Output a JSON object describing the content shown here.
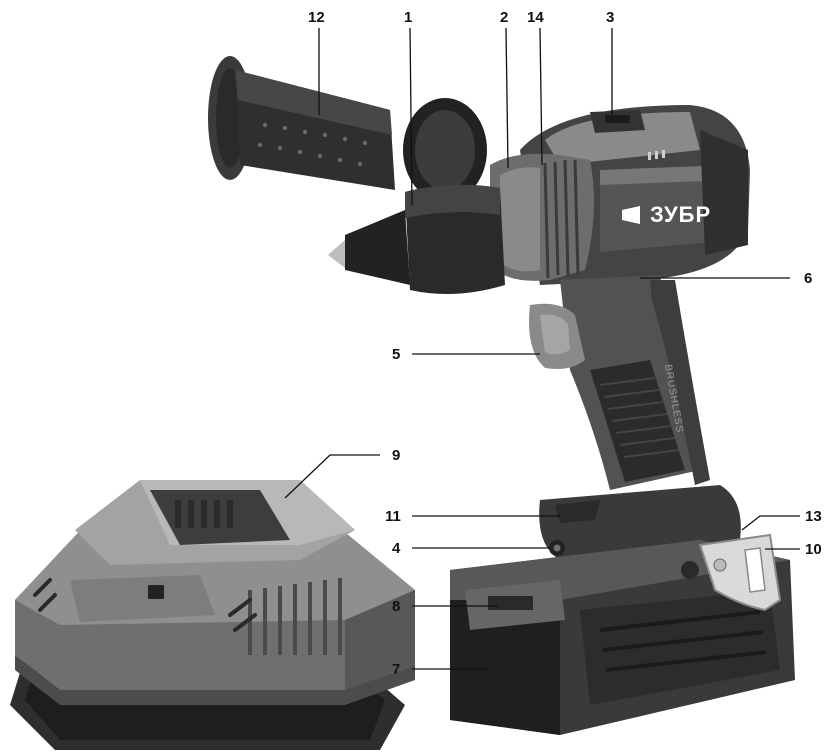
{
  "brand": {
    "name": "ЗУБР",
    "model_text": "BRUSHLESS"
  },
  "callouts": [
    {
      "id": "c1",
      "label": "1"
    },
    {
      "id": "c2",
      "label": "2"
    },
    {
      "id": "c3",
      "label": "3"
    },
    {
      "id": "c4",
      "label": "4"
    },
    {
      "id": "c5",
      "label": "5"
    },
    {
      "id": "c6",
      "label": "6"
    },
    {
      "id": "c7",
      "label": "7"
    },
    {
      "id": "c8",
      "label": "8"
    },
    {
      "id": "c9",
      "label": "9"
    },
    {
      "id": "c10",
      "label": "10"
    },
    {
      "id": "c11",
      "label": "11"
    },
    {
      "id": "c12",
      "label": "12"
    },
    {
      "id": "c13",
      "label": "13"
    },
    {
      "id": "c14",
      "label": "14"
    }
  ],
  "colors": {
    "body_dark": "#2b2b2b",
    "body_mid": "#5a5a5a",
    "body_light": "#8c8c8c",
    "highlight": "#b5b5b5",
    "charger_light": "#9a9a9a",
    "charger_mid": "#6f6f6f",
    "charger_dark": "#3a3a3a",
    "clip": "#d9d9d9"
  }
}
